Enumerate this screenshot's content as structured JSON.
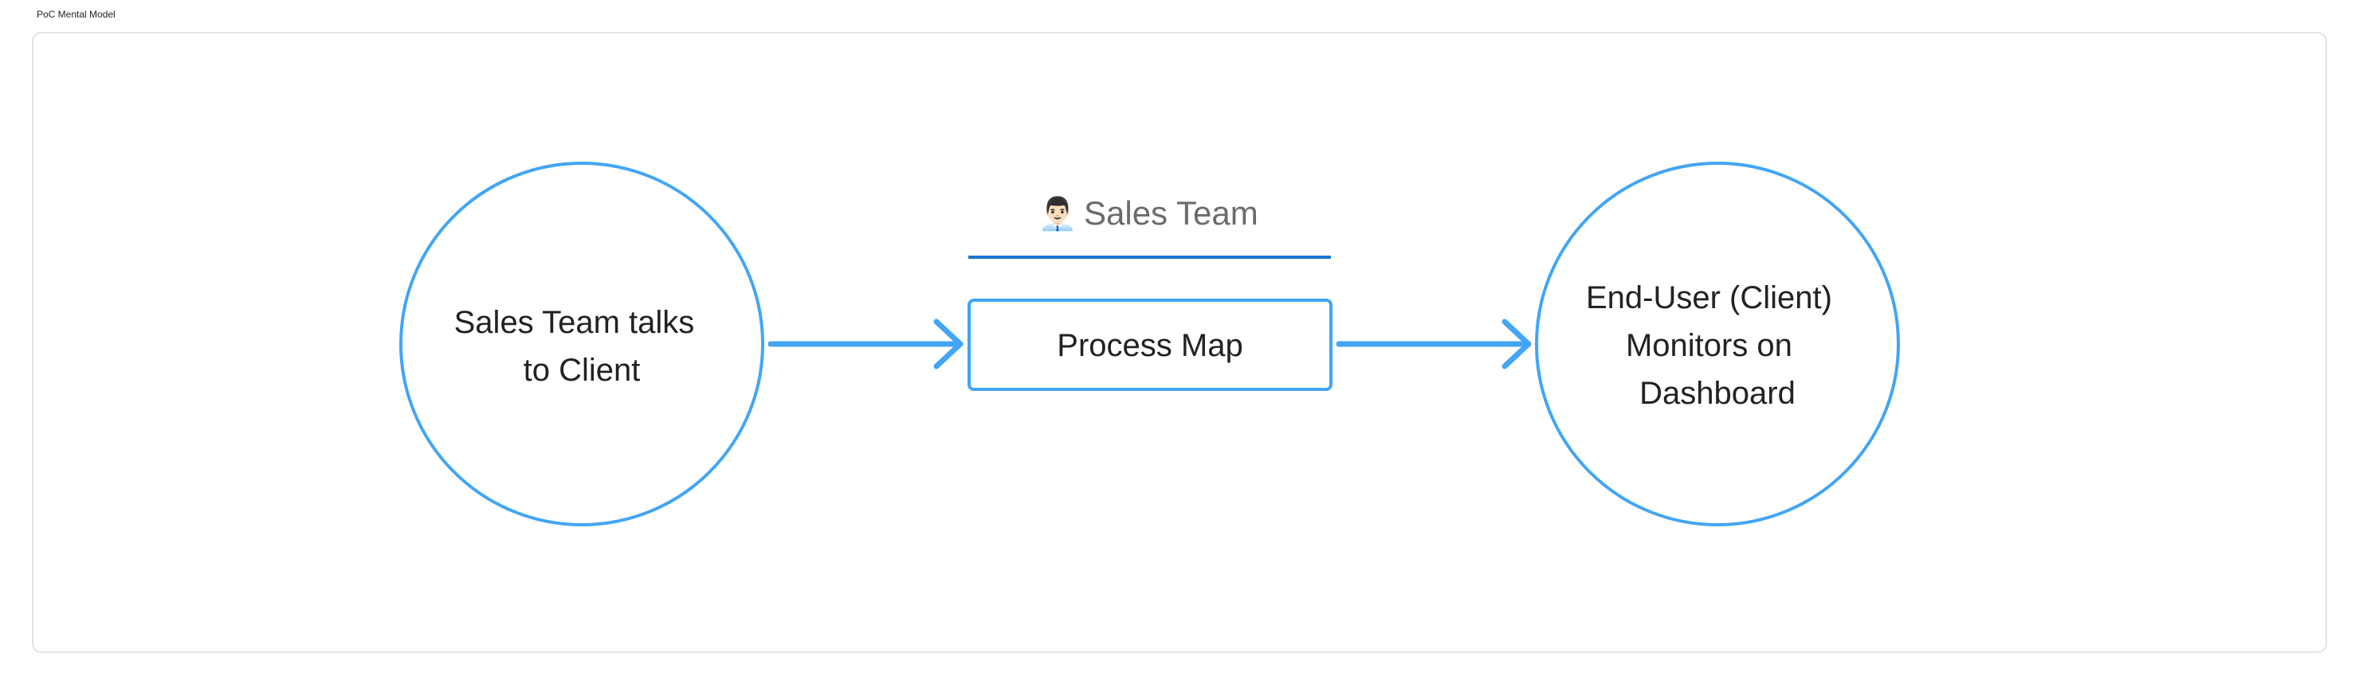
{
  "page": {
    "title": "PoC Mental Model"
  },
  "colors": {
    "node_stroke": "#42a5f5",
    "arrow": "#42a5f5",
    "header_underline": "#1976d2",
    "frame_border": "#e3e3e3",
    "text": "#222222",
    "header_text": "#6b6b6b"
  },
  "diagram": {
    "start_node": {
      "lines": [
        "Sales Team talks",
        "to Client"
      ]
    },
    "process_node": {
      "label": "Process Map"
    },
    "lane_header": {
      "icon": "person-office-worker-emoji",
      "emoji": "👨🏻‍💼",
      "label": "Sales Team"
    },
    "end_node": {
      "lines": [
        "End-User (Client)",
        "Monitors on",
        "Dashboard"
      ]
    }
  }
}
